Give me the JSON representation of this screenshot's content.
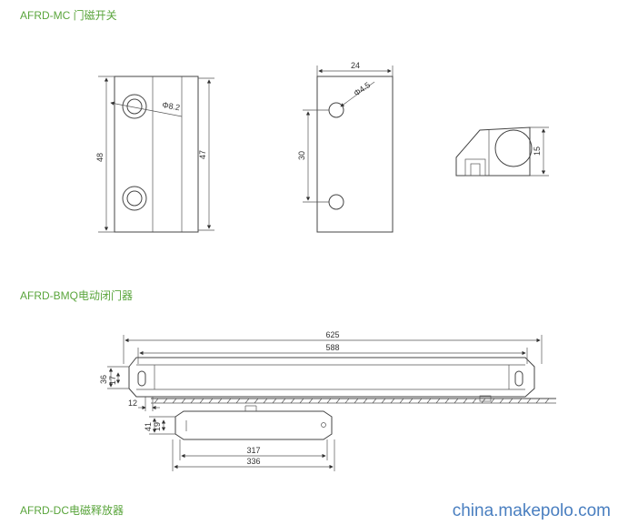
{
  "sections": [
    {
      "title": "AFRD-MC 门磁开关"
    },
    {
      "title": "AFRD-BMQ电动闭门器"
    },
    {
      "title": "AFRD-DC电磁释放器"
    }
  ],
  "afrd_mc": {
    "dim_height_outer": "48",
    "dim_height_inner": "47",
    "dim_hole_diameter": "Φ8.2",
    "dim_width_side": "24",
    "dim_small_hole": "Φ4.5",
    "dim_hole_spacing": "30",
    "dim_bracket_height": "15"
  },
  "afrd_bmq": {
    "dim_total_length": "625",
    "dim_inner_length": "588",
    "dim_height_outer": "36",
    "dim_height_inner": "17",
    "dim_offset": "12",
    "dim_body_height_outer": "41",
    "dim_body_height_inner": "19",
    "dim_body_length_inner": "317",
    "dim_body_length_outer": "336"
  },
  "watermark": "china.makepolo.com"
}
